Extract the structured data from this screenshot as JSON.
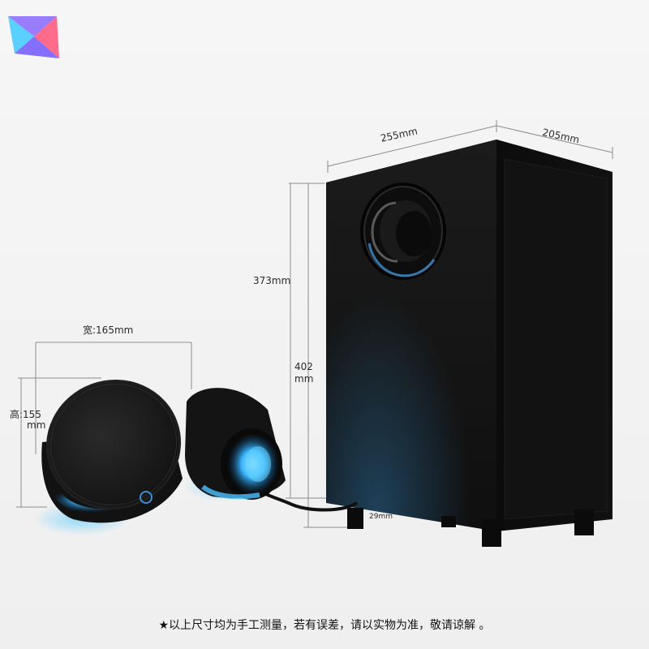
{
  "labels": {
    "sub_width": "255mm",
    "sub_depth": "205mm",
    "sub_body_height": "373mm",
    "sub_total_height_value": "402",
    "sub_total_height_unit": "mm",
    "foot_height": "29mm",
    "sat_width": "宽:165mm",
    "sat_height_value": "高:155",
    "sat_height_unit": "mm"
  },
  "footnote": "★以上尺寸均为手工测量，若有误差，请以实物为准，敬请谅解 。",
  "colors": {
    "accent_glow": "#3fb7ff",
    "speaker_body": "#141414",
    "dimension_line": "#8c8c8c"
  }
}
